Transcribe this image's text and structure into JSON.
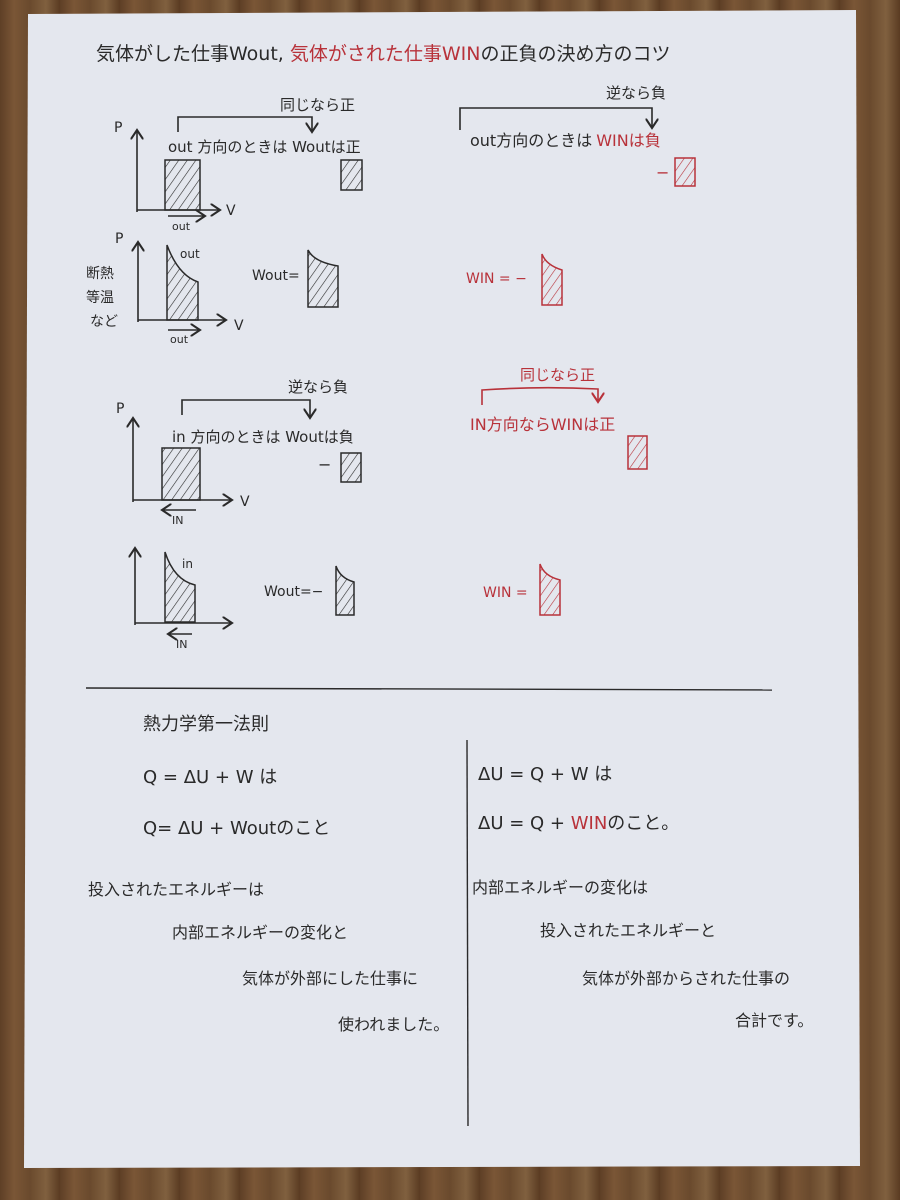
{
  "title": {
    "part1": "気体がした仕事Wout,",
    "part2": "気体がされた仕事WIN",
    "part3": "の正負の決め方のコツ"
  },
  "colors": {
    "ink": "#2a2a2a",
    "red_ink": "#b8323a",
    "paper": "#e6e8ee",
    "table": "#6b4a2e"
  },
  "section1": {
    "left": {
      "bracket_label": "同じなら正",
      "statement": "out 方向のときは Woutは正",
      "axis_p": "P",
      "axis_v": "V",
      "arrow_label": "out"
    },
    "right": {
      "bracket_label": "逆なら負",
      "statement_black": "out方向のときは",
      "statement_red": "WINは負",
      "minus": "−"
    }
  },
  "section2": {
    "left": {
      "axis_p": "P",
      "axis_v": "V",
      "curve_label": "out",
      "arrow_label": "out",
      "side_labels": [
        "断熱",
        "等温",
        "など"
      ],
      "equation": "Wout="
    },
    "right": {
      "equation": "WIN = −"
    }
  },
  "section3": {
    "left": {
      "bracket_label": "逆なら負",
      "statement": "in 方向のときは Woutは負",
      "axis_p": "P",
      "axis_v": "V",
      "arrow_label": "IN",
      "minus": "−"
    },
    "right": {
      "bracket_label": "同じなら正",
      "statement": "IN方向ならWINは正"
    }
  },
  "section4": {
    "left": {
      "curve_label": "in",
      "arrow_label": "IN",
      "equation": "Wout=−"
    },
    "right": {
      "equation": "WIN ="
    }
  },
  "law": {
    "heading": "熱力学第一法則",
    "left": {
      "eq1": "Q = ΔU + W は",
      "eq2": "Q= ΔU + Woutのこと",
      "lines": [
        "投入されたエネルギーは",
        "内部エネルギーの変化と",
        "気体が外部にした仕事に",
        "使われました。"
      ]
    },
    "right": {
      "eq1": "ΔU = Q + W は",
      "eq2_a": "ΔU = Q + ",
      "eq2_red": "WIN",
      "eq2_b": "のこと。",
      "lines": [
        "内部エネルギーの変化は",
        "投入されたエネルギーと",
        "気体が外部からされた仕事の",
        "合計です。"
      ]
    }
  }
}
